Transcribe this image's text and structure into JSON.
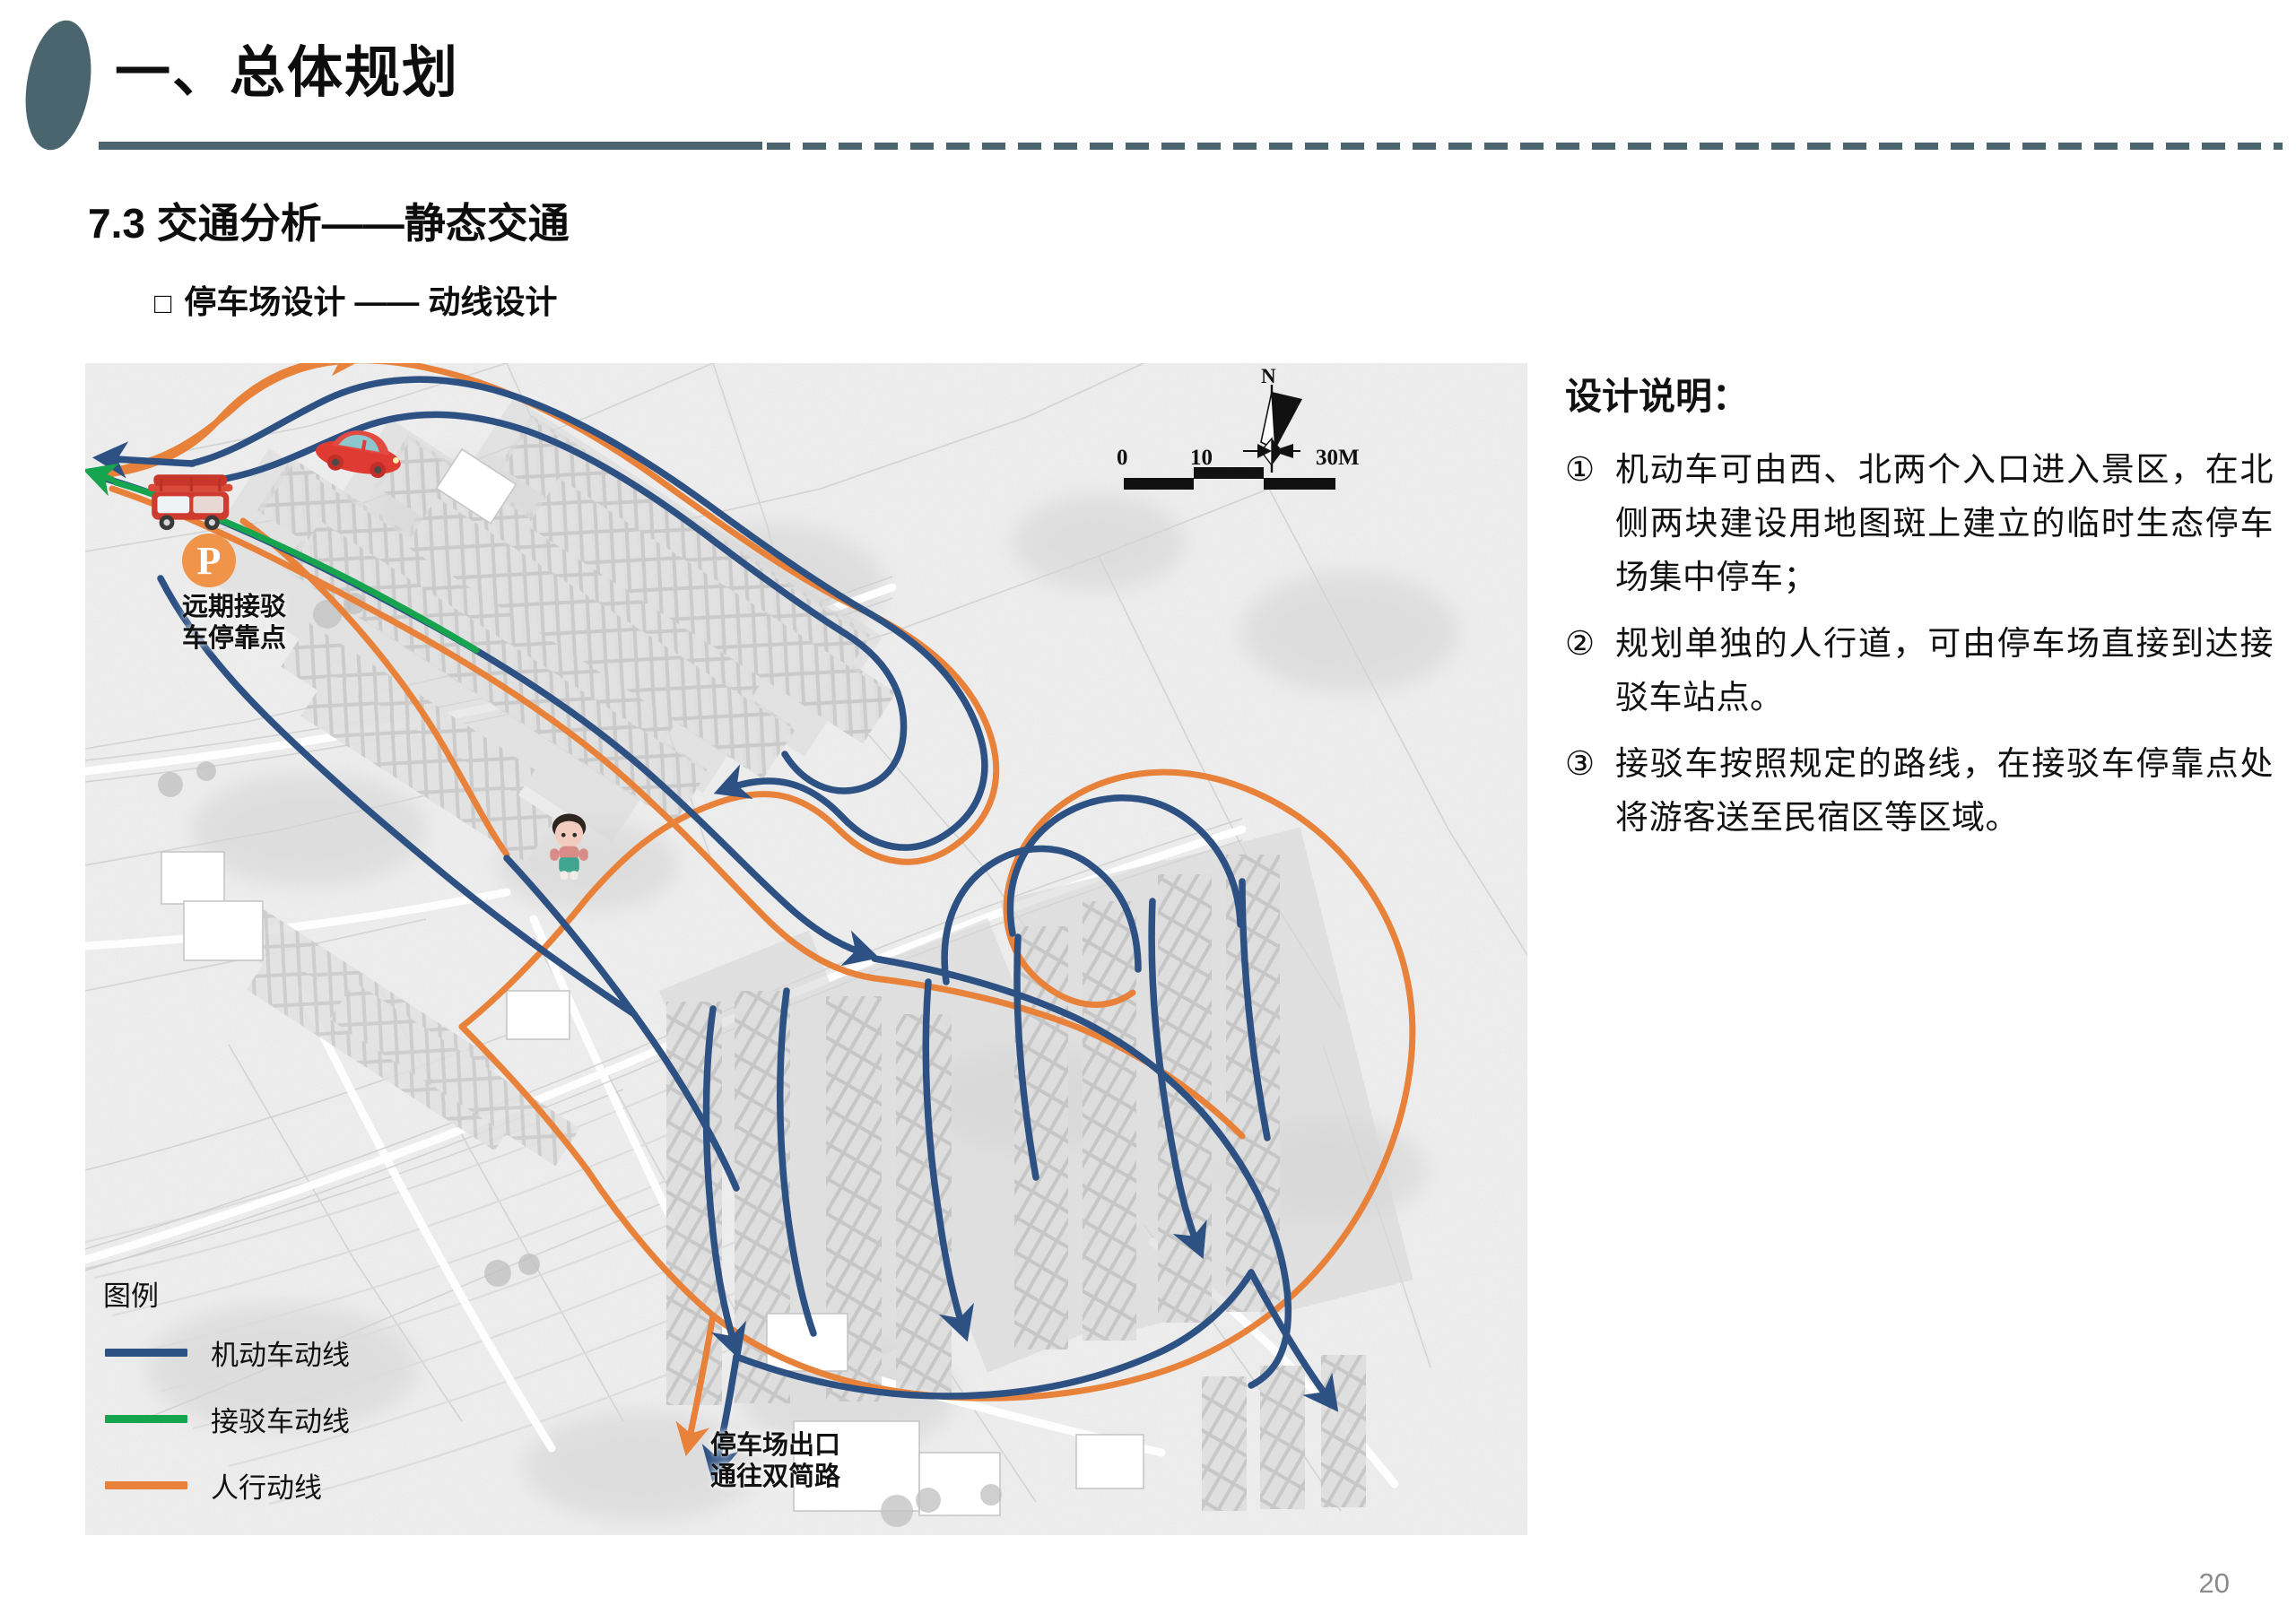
{
  "header": {
    "title": "一、总体规划",
    "oval_color": "#4b656f",
    "rule_color": "#4b656f"
  },
  "section": {
    "title": "7.3 交通分析——静态交通",
    "subtitle_bullet": "□",
    "subtitle": "停车场设计 —— 动线设计"
  },
  "map": {
    "labels": {
      "shuttle_stop": "远期接驳\n车停靠点",
      "parking_exit": "停车场出口\n通往双简路",
      "parking_badge": "P"
    },
    "north": {
      "label": "N"
    },
    "scale": {
      "ticks": [
        "0",
        "10",
        "30M"
      ],
      "unit": "M"
    },
    "legend": {
      "title": "图例",
      "items": [
        {
          "label": "机动车动线",
          "color": "#2d5183"
        },
        {
          "label": "接驳车动线",
          "color": "#16a44f"
        },
        {
          "label": "人行动线",
          "color": "#e8823a"
        }
      ]
    }
  },
  "notes": {
    "title": "设计说明：",
    "items": [
      {
        "num": "①",
        "text": "机动车可由西、北两个入口进入景区，在北侧两块建设用地图斑上建立的临时生态停车场集中停车；"
      },
      {
        "num": "②",
        "text": "规划单独的人行道，可由停车场直接到达接驳车站点。"
      },
      {
        "num": "③",
        "text": "接驳车按照规定的路线，在接驳车停靠点处将游客送至民宿区等区域。"
      }
    ]
  },
  "footer": {
    "page_number": "20"
  },
  "chart_data": {
    "type": "map-diagram",
    "title": "停车场设计 —— 动线设计",
    "routes": [
      {
        "name": "机动车动线",
        "color": "#2d5183",
        "style": "solid",
        "width": 7
      },
      {
        "name": "接驳车动线",
        "color": "#16a44f",
        "style": "solid",
        "width": 7
      },
      {
        "name": "人行动线",
        "color": "#e8823a",
        "style": "solid",
        "width": 7
      }
    ],
    "markers": [
      {
        "name": "远期接驳车停靠点",
        "icon": "shuttle-bus",
        "x": 0.09,
        "y": 0.17
      },
      {
        "name": "停车场P标志",
        "icon": "parking-badge",
        "x": 0.08,
        "y": 0.15
      },
      {
        "name": "小汽车",
        "icon": "car",
        "x": 0.17,
        "y": 0.06
      },
      {
        "name": "游客",
        "icon": "pedestrian",
        "x": 0.55,
        "y": 0.52
      },
      {
        "name": "停车场出口通往双简路",
        "icon": "exit-arrow",
        "x": 0.45,
        "y": 0.92
      }
    ],
    "scale_bar": {
      "min": 0,
      "mid": 10,
      "max": 30,
      "unit": "M"
    },
    "orientation": "north-up"
  }
}
